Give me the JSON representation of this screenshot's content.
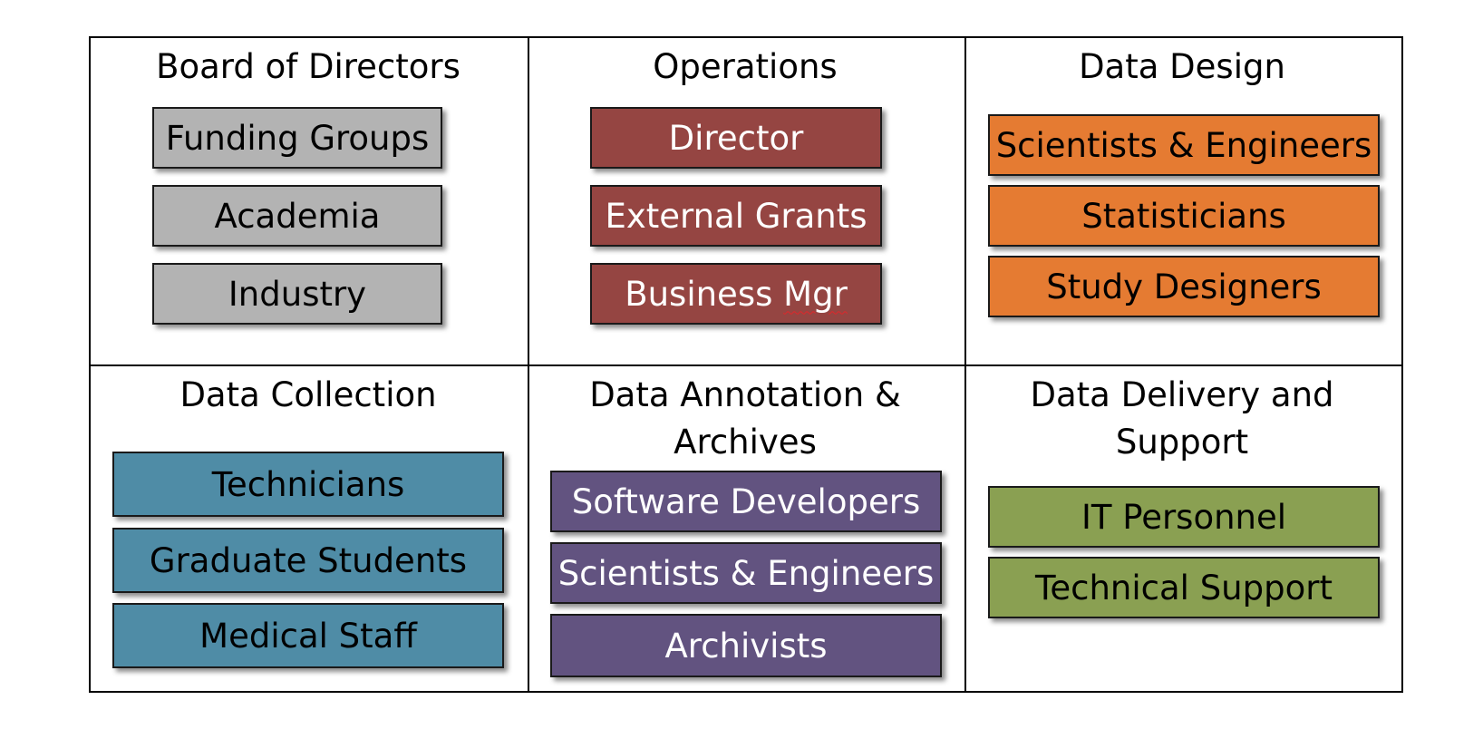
{
  "cells": {
    "board": {
      "title": "Board of Directors",
      "items": [
        "Funding Groups",
        "Academia",
        "Industry"
      ]
    },
    "operations": {
      "title": "Operations",
      "items": [
        "Director",
        "External Grants",
        "Business",
        "Mgr"
      ]
    },
    "design": {
      "title": "Data Design",
      "items": [
        "Scientists & Engineers",
        "Statisticians",
        "Study Designers"
      ]
    },
    "collection": {
      "title": "Data Collection",
      "items": [
        "Technicians",
        "Graduate Students",
        "Medical Staff"
      ]
    },
    "annotation": {
      "title_line1": "Data Annotation &",
      "title_line2": "Archives",
      "items": [
        "Software Developers",
        "Scientists & Engineers",
        "Archivists"
      ]
    },
    "delivery": {
      "title_line1": "Data Delivery and",
      "title_line2": "Support",
      "items": [
        "IT Personnel",
        "Technical Support"
      ]
    }
  },
  "colors": {
    "board": "#b3b3b3",
    "operations": "#954542",
    "design": "#e57b32",
    "collection": "#4f8ca6",
    "annotation": "#625380",
    "delivery": "#8aa052"
  }
}
